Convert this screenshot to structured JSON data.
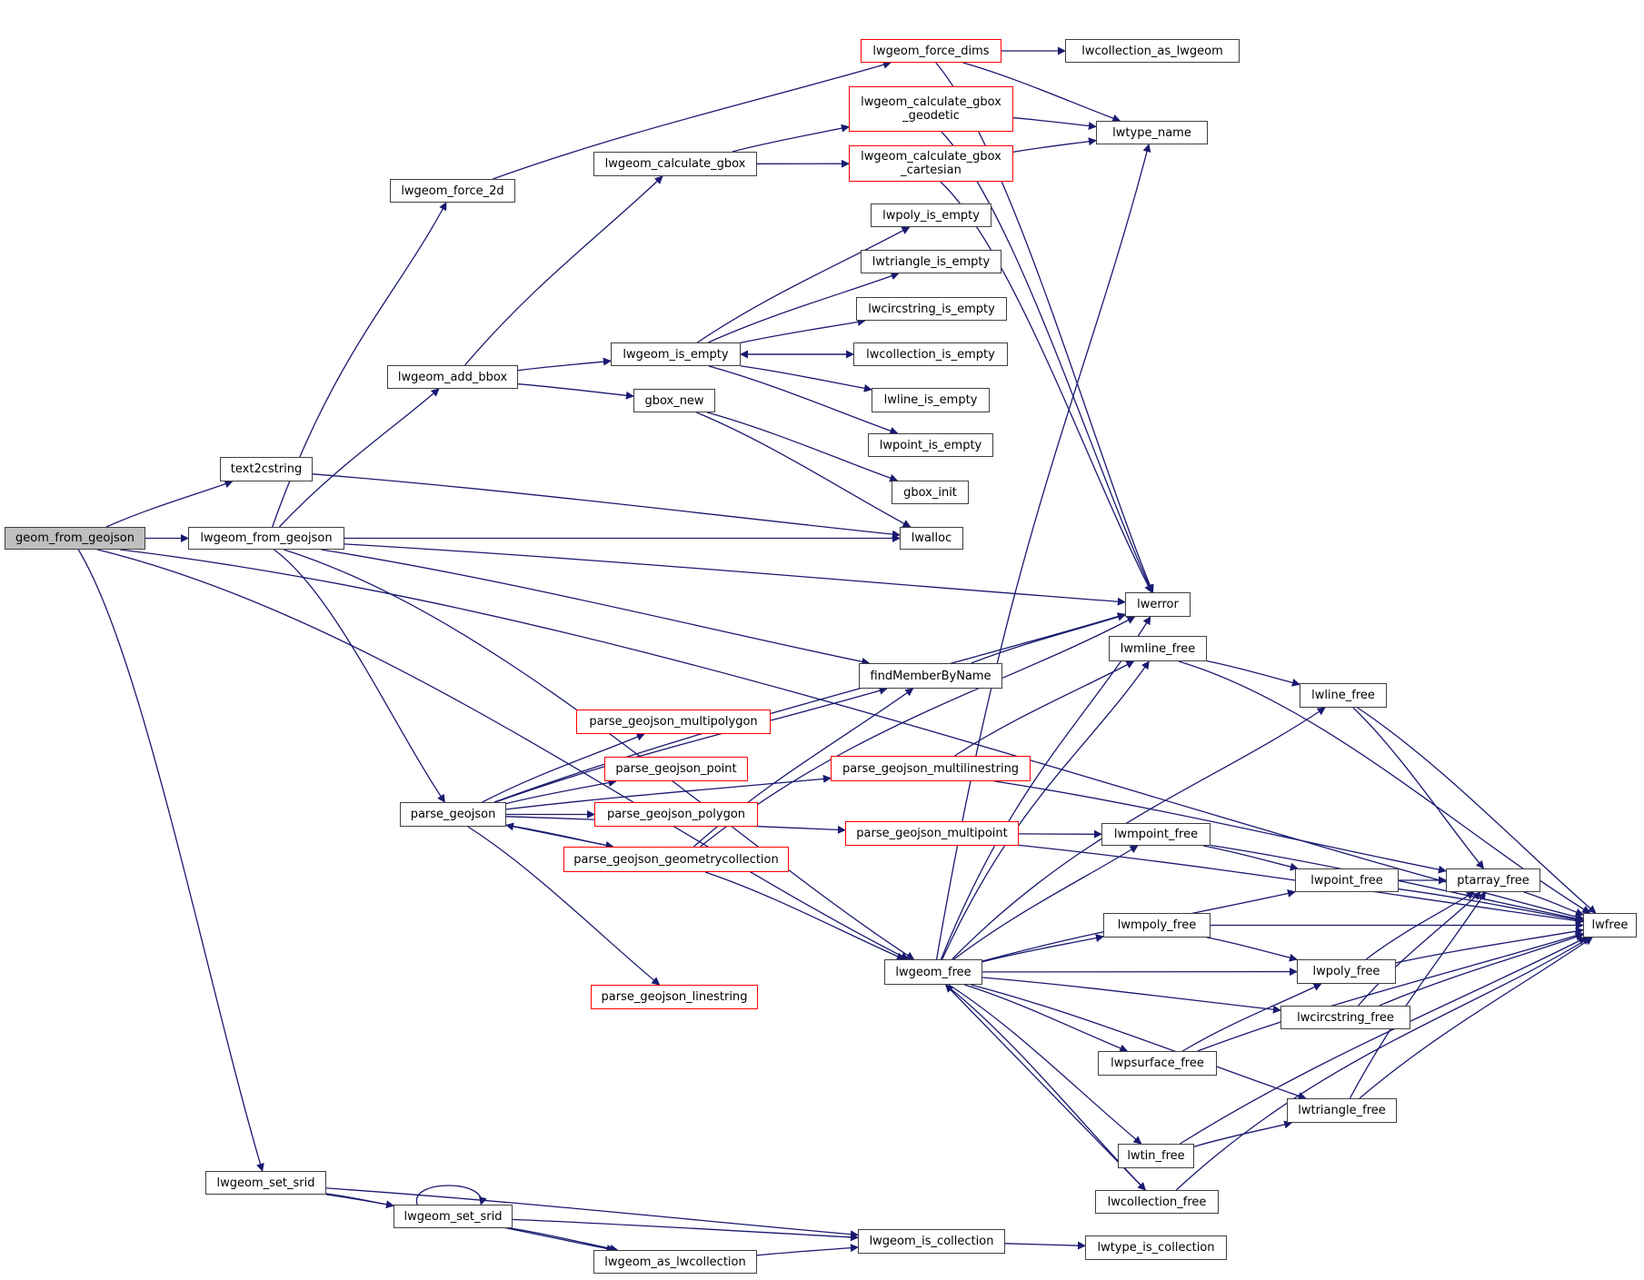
{
  "diagram": {
    "title": "Call graph of geom_from_geojson",
    "colors": {
      "edge": "#191970",
      "node_border": "#404040",
      "truncated_border": "#ff0000",
      "root_fill": "#bfbfbf"
    },
    "nodes": [
      {
        "id": "geom_from_geojson",
        "label": "geom_from_geojson",
        "kind": "root"
      },
      {
        "id": "lwgeom_from_geojson",
        "label": "lwgeom_from_geojson",
        "kind": "normal"
      },
      {
        "id": "text2cstring",
        "label": "text2cstring",
        "kind": "normal"
      },
      {
        "id": "lwgeom_force_2d",
        "label": "lwgeom_force_2d",
        "kind": "normal"
      },
      {
        "id": "lwgeom_add_bbox",
        "label": "lwgeom_add_bbox",
        "kind": "normal"
      },
      {
        "id": "lwgeom_set_srid",
        "label": "lwgeom_set_srid",
        "kind": "normal"
      },
      {
        "id": "lwgeom_set_srid_2",
        "label": "lwgeom_set_srid",
        "kind": "normal"
      },
      {
        "id": "lwgeom_as_lwcollection",
        "label": "lwgeom_as_lwcollection",
        "kind": "normal"
      },
      {
        "id": "lwgeom_is_collection",
        "label": "lwgeom_is_collection",
        "kind": "normal"
      },
      {
        "id": "lwtype_is_collection",
        "label": "lwtype_is_collection",
        "kind": "normal"
      },
      {
        "id": "parse_geojson",
        "label": "parse_geojson",
        "kind": "normal"
      },
      {
        "id": "parse_geojson_multipolygon",
        "label": "parse_geojson_multipolygon",
        "kind": "truncated"
      },
      {
        "id": "parse_geojson_point",
        "label": "parse_geojson_point",
        "kind": "truncated"
      },
      {
        "id": "parse_geojson_polygon",
        "label": "parse_geojson_polygon",
        "kind": "truncated"
      },
      {
        "id": "parse_geojson_geometrycollection",
        "label": "parse_geojson_geometrycollection",
        "kind": "truncated"
      },
      {
        "id": "parse_geojson_linestring",
        "label": "parse_geojson_linestring",
        "kind": "truncated"
      },
      {
        "id": "lwgeom_calculate_gbox",
        "label": "lwgeom_calculate_gbox",
        "kind": "normal"
      },
      {
        "id": "lwgeom_force_dims",
        "label": "lwgeom_force_dims",
        "kind": "truncated"
      },
      {
        "id": "lwgeom_calculate_gbox_geodetic",
        "label": "lwgeom_calculate_gbox\n_geodetic",
        "kind": "truncated"
      },
      {
        "id": "lwgeom_calculate_gbox_cartesian",
        "label": "lwgeom_calculate_gbox\n_cartesian",
        "kind": "truncated"
      },
      {
        "id": "lwcollection_as_lwgeom",
        "label": "lwcollection_as_lwgeom",
        "kind": "normal"
      },
      {
        "id": "lwtype_name",
        "label": "lwtype_name",
        "kind": "normal"
      },
      {
        "id": "lwpoly_is_empty",
        "label": "lwpoly_is_empty",
        "kind": "normal"
      },
      {
        "id": "lwtriangle_is_empty",
        "label": "lwtriangle_is_empty",
        "kind": "normal"
      },
      {
        "id": "lwcircstring_is_empty",
        "label": "lwcircstring_is_empty",
        "kind": "normal"
      },
      {
        "id": "lwcollection_is_empty",
        "label": "lwcollection_is_empty",
        "kind": "normal"
      },
      {
        "id": "lwline_is_empty",
        "label": "lwline_is_empty",
        "kind": "normal"
      },
      {
        "id": "lwpoint_is_empty",
        "label": "lwpoint_is_empty",
        "kind": "normal"
      },
      {
        "id": "lwgeom_is_empty",
        "label": "lwgeom_is_empty",
        "kind": "normal"
      },
      {
        "id": "gbox_new",
        "label": "gbox_new",
        "kind": "normal"
      },
      {
        "id": "gbox_init",
        "label": "gbox_init",
        "kind": "normal"
      },
      {
        "id": "lwalloc",
        "label": "lwalloc",
        "kind": "normal"
      },
      {
        "id": "lwerror",
        "label": "lwerror",
        "kind": "normal"
      },
      {
        "id": "findMemberByName",
        "label": "findMemberByName",
        "kind": "normal"
      },
      {
        "id": "parse_geojson_multilinestring",
        "label": "parse_geojson_multilinestring",
        "kind": "truncated"
      },
      {
        "id": "parse_geojson_multipoint",
        "label": "parse_geojson_multipoint",
        "kind": "truncated"
      },
      {
        "id": "lwgeom_free",
        "label": "lwgeom_free",
        "kind": "normal"
      },
      {
        "id": "lwmline_free",
        "label": "lwmline_free",
        "kind": "normal"
      },
      {
        "id": "lwline_free",
        "label": "lwline_free",
        "kind": "normal"
      },
      {
        "id": "lwmpoint_free",
        "label": "lwmpoint_free",
        "kind": "normal"
      },
      {
        "id": "lwpoint_free",
        "label": "lwpoint_free",
        "kind": "normal"
      },
      {
        "id": "ptarray_free",
        "label": "ptarray_free",
        "kind": "normal"
      },
      {
        "id": "lwfree",
        "label": "lwfree",
        "kind": "normal"
      },
      {
        "id": "lwmpoly_free",
        "label": "lwmpoly_free",
        "kind": "normal"
      },
      {
        "id": "lwpoly_free",
        "label": "lwpoly_free",
        "kind": "normal"
      },
      {
        "id": "lwcircstring_free",
        "label": "lwcircstring_free",
        "kind": "normal"
      },
      {
        "id": "lwpsurface_free",
        "label": "lwpsurface_free",
        "kind": "normal"
      },
      {
        "id": "lwtriangle_free",
        "label": "lwtriangle_free",
        "kind": "normal"
      },
      {
        "id": "lwtin_free",
        "label": "lwtin_free",
        "kind": "normal"
      },
      {
        "id": "lwcollection_free",
        "label": "lwcollection_free",
        "kind": "normal"
      }
    ],
    "edges": [
      [
        "geom_from_geojson",
        "lwfree"
      ],
      [
        "geom_from_geojson",
        "text2cstring"
      ],
      [
        "geom_from_geojson",
        "lwgeom_from_geojson"
      ],
      [
        "geom_from_geojson",
        "lwgeom_free"
      ],
      [
        "geom_from_geojson",
        "lwgeom_set_srid"
      ],
      [
        "text2cstring",
        "lwalloc"
      ],
      [
        "lwgeom_from_geojson",
        "lwgeom_force_2d"
      ],
      [
        "lwgeom_from_geojson",
        "lwgeom_add_bbox"
      ],
      [
        "lwgeom_from_geojson",
        "lwalloc"
      ],
      [
        "lwgeom_from_geojson",
        "lwerror"
      ],
      [
        "lwgeom_from_geojson",
        "findMemberByName"
      ],
      [
        "lwgeom_from_geojson",
        "parse_geojson"
      ],
      [
        "lwgeom_from_geojson",
        "lwgeom_free"
      ],
      [
        "lwgeom_force_2d",
        "lwgeom_force_dims"
      ],
      [
        "lwgeom_add_bbox",
        "lwgeom_calculate_gbox"
      ],
      [
        "lwgeom_add_bbox",
        "lwgeom_is_empty"
      ],
      [
        "lwgeom_add_bbox",
        "gbox_new"
      ],
      [
        "lwgeom_calculate_gbox",
        "lwgeom_calculate_gbox_geodetic"
      ],
      [
        "lwgeom_calculate_gbox",
        "lwgeom_calculate_gbox_cartesian"
      ],
      [
        "lwgeom_force_dims",
        "lwcollection_as_lwgeom"
      ],
      [
        "lwgeom_force_dims",
        "lwtype_name"
      ],
      [
        "lwgeom_force_dims",
        "lwerror"
      ],
      [
        "lwgeom_calculate_gbox_geodetic",
        "lwtype_name"
      ],
      [
        "lwgeom_calculate_gbox_geodetic",
        "lwerror"
      ],
      [
        "lwgeom_calculate_gbox_cartesian",
        "lwtype_name"
      ],
      [
        "lwgeom_calculate_gbox_cartesian",
        "lwerror"
      ],
      [
        "lwgeom_is_empty",
        "lwpoly_is_empty"
      ],
      [
        "lwgeom_is_empty",
        "lwtriangle_is_empty"
      ],
      [
        "lwgeom_is_empty",
        "lwcircstring_is_empty"
      ],
      [
        "lwgeom_is_empty",
        "lwcollection_is_empty"
      ],
      [
        "lwcollection_is_empty",
        "lwgeom_is_empty"
      ],
      [
        "lwgeom_is_empty",
        "lwline_is_empty"
      ],
      [
        "lwgeom_is_empty",
        "lwpoint_is_empty"
      ],
      [
        "gbox_new",
        "gbox_init"
      ],
      [
        "gbox_new",
        "lwalloc"
      ],
      [
        "parse_geojson",
        "lwerror"
      ],
      [
        "parse_geojson",
        "findMemberByName"
      ],
      [
        "parse_geojson",
        "parse_geojson_multipolygon"
      ],
      [
        "parse_geojson",
        "parse_geojson_point"
      ],
      [
        "parse_geojson",
        "parse_geojson_polygon"
      ],
      [
        "parse_geojson",
        "parse_geojson_geometrycollection"
      ],
      [
        "parse_geojson",
        "parse_geojson_linestring"
      ],
      [
        "parse_geojson",
        "parse_geojson_multilinestring"
      ],
      [
        "parse_geojson",
        "parse_geojson_multipoint"
      ],
      [
        "parse_geojson_geometrycollection",
        "parse_geojson"
      ],
      [
        "parse_geojson_geometrycollection",
        "findMemberByName"
      ],
      [
        "parse_geojson_geometrycollection",
        "lwerror"
      ],
      [
        "parse_geojson_geometrycollection",
        "lwgeom_free"
      ],
      [
        "findMemberByName",
        "lwerror"
      ],
      [
        "parse_geojson_multilinestring",
        "lwmline_free"
      ],
      [
        "parse_geojson_multilinestring",
        "ptarray_free"
      ],
      [
        "parse_geojson_multipoint",
        "lwmpoint_free"
      ],
      [
        "parse_geojson_multipoint",
        "lwfree"
      ],
      [
        "lwgeom_free",
        "lwtype_name"
      ],
      [
        "lwgeom_free",
        "lwerror"
      ],
      [
        "lwgeom_free",
        "lwmline_free"
      ],
      [
        "lwgeom_free",
        "lwline_free"
      ],
      [
        "lwgeom_free",
        "lwmpoint_free"
      ],
      [
        "lwgeom_free",
        "lwpoint_free"
      ],
      [
        "lwgeom_free",
        "lwmpoly_free"
      ],
      [
        "lwgeom_free",
        "lwpoly_free"
      ],
      [
        "lwgeom_free",
        "lwcircstring_free"
      ],
      [
        "lwgeom_free",
        "lwpsurface_free"
      ],
      [
        "lwgeom_free",
        "lwtriangle_free"
      ],
      [
        "lwgeom_free",
        "lwtin_free"
      ],
      [
        "lwgeom_free",
        "lwcollection_free"
      ],
      [
        "lwcollection_free",
        "lwgeom_free"
      ],
      [
        "lwmline_free",
        "lwline_free"
      ],
      [
        "lwmline_free",
        "lwfree"
      ],
      [
        "lwline_free",
        "ptarray_free"
      ],
      [
        "lwline_free",
        "lwfree"
      ],
      [
        "lwmpoint_free",
        "lwpoint_free"
      ],
      [
        "lwmpoint_free",
        "lwfree"
      ],
      [
        "lwpoint_free",
        "ptarray_free"
      ],
      [
        "lwpoint_free",
        "lwfree"
      ],
      [
        "ptarray_free",
        "lwfree"
      ],
      [
        "lwmpoly_free",
        "lwpoly_free"
      ],
      [
        "lwmpoly_free",
        "lwfree"
      ],
      [
        "lwpoly_free",
        "ptarray_free"
      ],
      [
        "lwpoly_free",
        "lwfree"
      ],
      [
        "lwcircstring_free",
        "ptarray_free"
      ],
      [
        "lwcircstring_free",
        "lwfree"
      ],
      [
        "lwpsurface_free",
        "lwpoly_free"
      ],
      [
        "lwpsurface_free",
        "lwfree"
      ],
      [
        "lwtriangle_free",
        "ptarray_free"
      ],
      [
        "lwtriangle_free",
        "lwfree"
      ],
      [
        "lwtin_free",
        "lwtriangle_free"
      ],
      [
        "lwtin_free",
        "lwfree"
      ],
      [
        "lwcollection_free",
        "lwfree"
      ],
      [
        "lwgeom_set_srid",
        "lwgeom_set_srid_2"
      ],
      [
        "lwgeom_set_srid",
        "lwgeom_is_collection"
      ],
      [
        "lwgeom_set_srid",
        "lwgeom_as_lwcollection"
      ],
      [
        "lwgeom_set_srid_2",
        "lwgeom_set_srid_2"
      ],
      [
        "lwgeom_set_srid_2",
        "lwgeom_is_collection"
      ],
      [
        "lwgeom_set_srid_2",
        "lwgeom_as_lwcollection"
      ],
      [
        "lwgeom_as_lwcollection",
        "lwgeom_is_collection"
      ],
      [
        "lwgeom_is_collection",
        "lwtype_is_collection"
      ]
    ]
  }
}
